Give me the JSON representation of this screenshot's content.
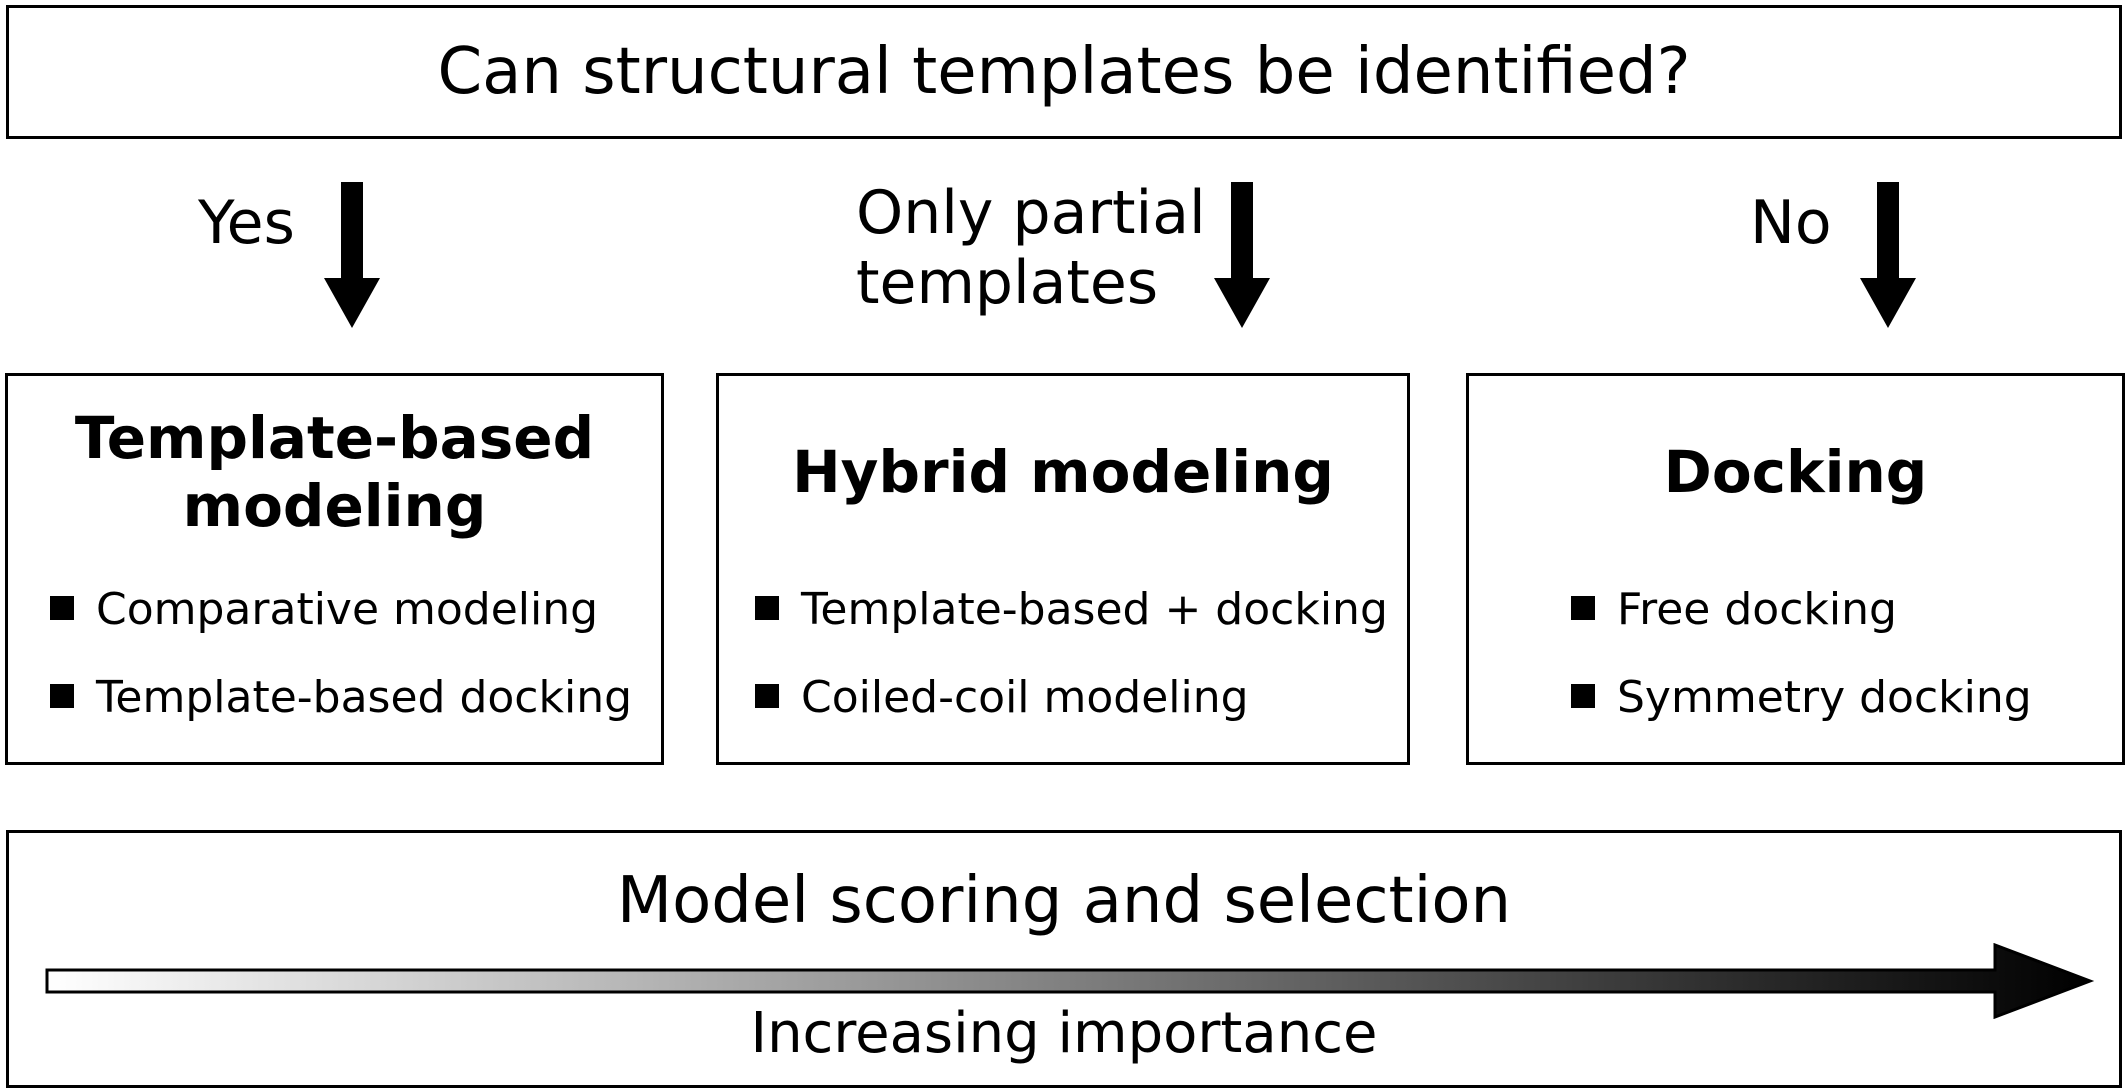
{
  "question": "Can structural templates be identified?",
  "branches": [
    {
      "label": "Yes"
    },
    {
      "label_lines": [
        "Only partial",
        "templates"
      ]
    },
    {
      "label": "No"
    }
  ],
  "methods": [
    {
      "title_lines": [
        "Template-based",
        "modeling"
      ],
      "items": [
        "Comparative modeling",
        "Template-based docking"
      ]
    },
    {
      "title": "Hybrid modeling",
      "items": [
        "Template-based + docking",
        "Coiled-coil modeling"
      ]
    },
    {
      "title": "Docking",
      "items": [
        "Free docking",
        "Symmetry docking"
      ]
    }
  ],
  "scoring": {
    "title": "Model scoring and selection",
    "subtitle": "Increasing importance"
  }
}
